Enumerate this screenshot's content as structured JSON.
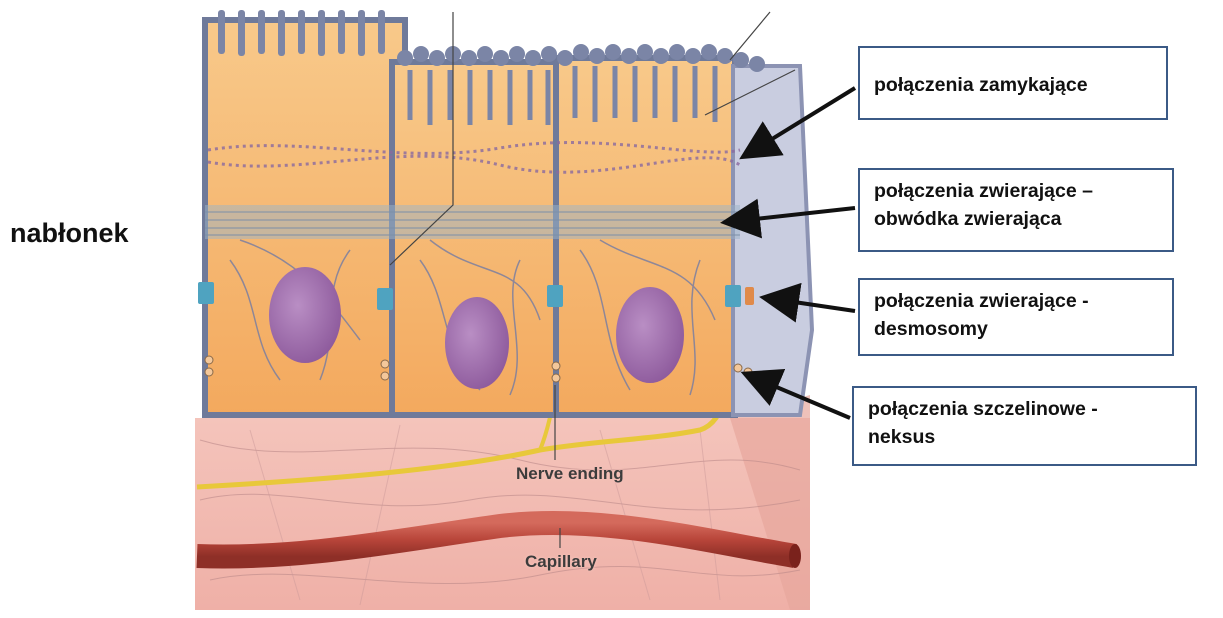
{
  "side_title": "nabłonek",
  "callouts": [
    {
      "id": "tight-junction",
      "lines": [
        "połączenia zamykające"
      ]
    },
    {
      "id": "adhesion-belt",
      "lines": [
        "połączenia zwierające –",
        "obwódka zwierająca"
      ]
    },
    {
      "id": "desmosomes",
      "lines": [
        "połączenia zwierające -",
        "desmosomy"
      ]
    },
    {
      "id": "gap-junction",
      "lines": [
        "połączenia szczelinowe -",
        "neksus"
      ]
    }
  ],
  "illustration_labels": {
    "nerve": "Nerve ending",
    "capillary": "Capillary"
  },
  "colors": {
    "cell_cytoplasm": "#f6b772",
    "cell_membrane": "#6f7a9a",
    "nucleus": "#9a6aa6",
    "connective_tissue": "#f2b9b0",
    "capillary": "#b8453a",
    "nerve": "#e8c83a",
    "callout_border": "#3b5a86"
  }
}
